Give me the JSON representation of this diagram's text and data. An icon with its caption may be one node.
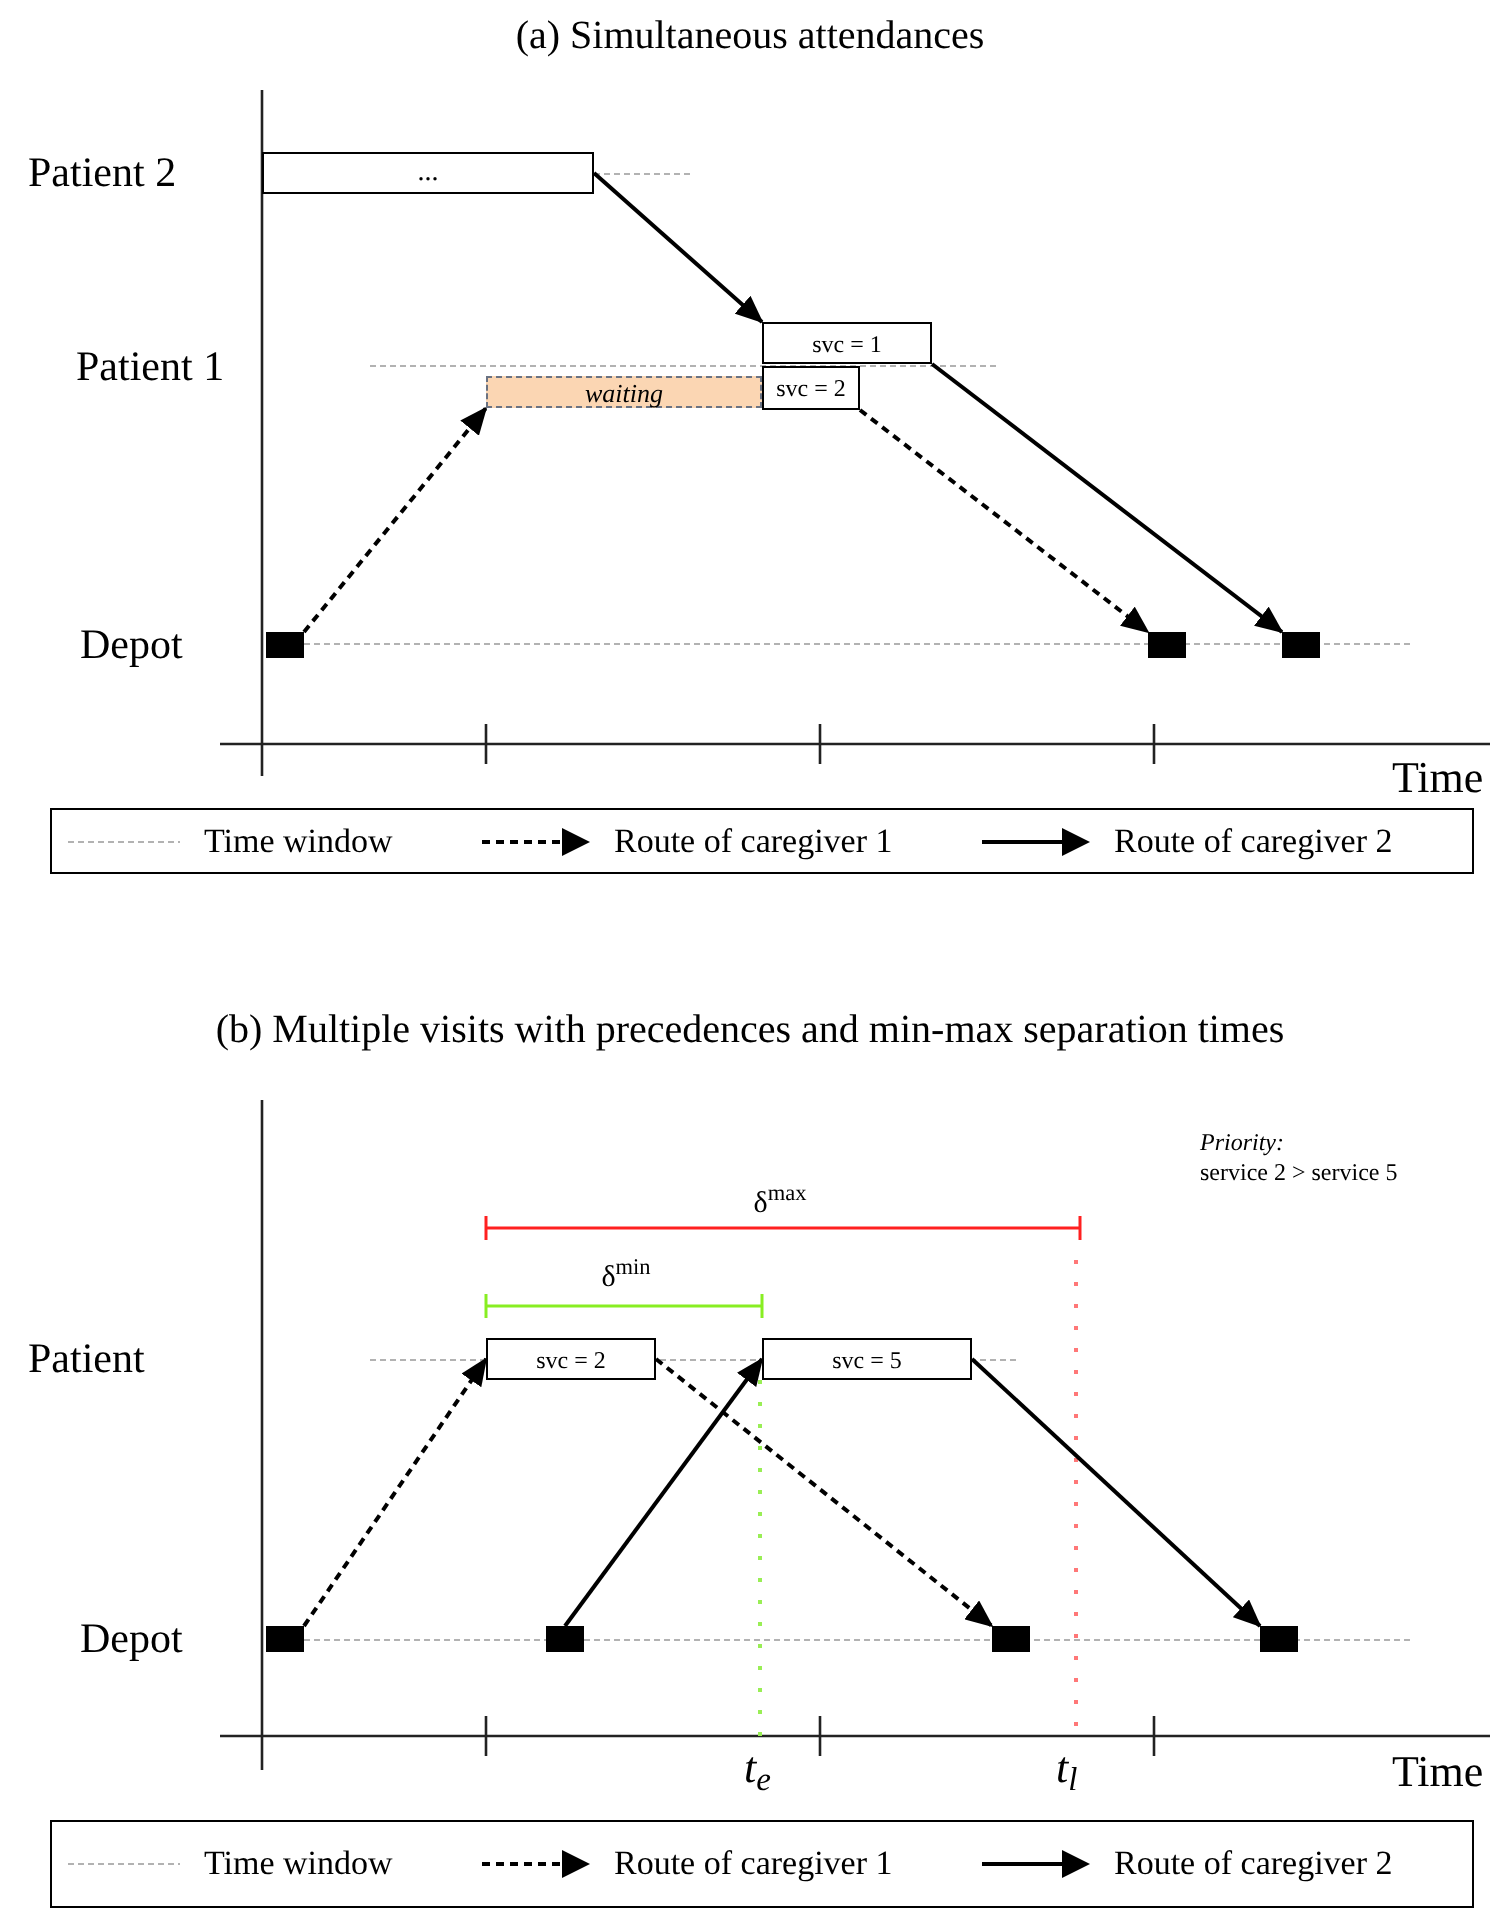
{
  "diagram": {
    "nodes": [
      {
        "text": [
          "..."
        ]
      },
      {
        "text": [
          "svc = 1"
        ]
      },
      {
        "text": [
          "waiting"
        ]
      },
      {
        "text": [
          "svc = 2"
        ]
      },
      {
        "text": [],
        "shape": "box"
      },
      {
        "text": [],
        "shape": "box"
      },
      {
        "text": [],
        "shape": "box"
      },
      {
        "text": [
          "svc = 2"
        ]
      },
      {
        "text": [
          "svc = 5"
        ]
      },
      {
        "text": [],
        "shape": "box"
      },
      {
        "text": [],
        "shape": "box"
      },
      {
        "text": [],
        "shape": "box"
      },
      {
        "text": [],
        "shape": "box"
      }
    ],
    "edges": [
      {
        "from": 0,
        "to": 1,
        "arrow": "to"
      },
      {
        "from": 4,
        "to": 2,
        "arrow": "to",
        "style": "dashed"
      },
      {
        "from": 3,
        "to": 5,
        "arrow": "to",
        "style": "dashed"
      },
      {
        "from": 1,
        "to": 6,
        "arrow": "to"
      },
      {
        "from": 9,
        "to": 7,
        "arrow": "to",
        "style": "dashed"
      },
      {
        "from": 7,
        "to": 11,
        "arrow": "to",
        "style": "dashed"
      },
      {
        "from": 10,
        "to": 8,
        "arrow": "to"
      },
      {
        "from": 8,
        "to": 12,
        "arrow": "to"
      }
    ],
    "labels": [
      "(a) Simultaneous attendances",
      "Patient 2",
      "Patient 1",
      "Depot",
      "Time",
      "(b) Multiple visits with precedences and min-max separation times",
      "Priority:",
      "service 2 > service 5",
      "δ$^{max}$",
      "δ$^{min}$",
      "Patient",
      "Depot",
      "t$_{e}$",
      "t$_{l}$",
      "Time"
    ],
    "legend": [
      {
        "text": "Time window"
      },
      {
        "text": "Route of caregiver 1"
      },
      {
        "text": "Route of caregiver 2"
      },
      {
        "text": "Time window"
      },
      {
        "text": "Route of caregiver 1"
      },
      {
        "text": "Route of caregiver 2"
      }
    ]
  }
}
